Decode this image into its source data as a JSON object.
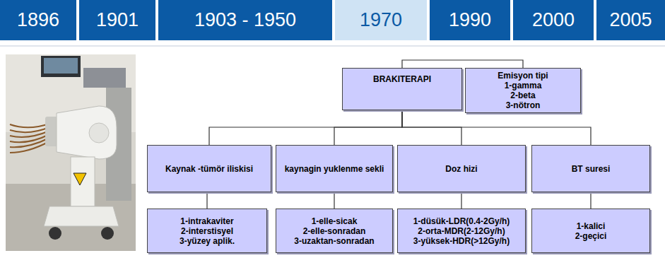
{
  "diagram": {
    "nodes": [
      {
        "text": [
          "1896"
        ]
      },
      {
        "text": [
          "1901"
        ]
      },
      {
        "text": [
          "1903 - 1950"
        ]
      },
      {
        "text": [
          "1970"
        ]
      },
      {
        "text": [
          "1990"
        ]
      },
      {
        "text": [
          "2000"
        ]
      },
      {
        "text": [
          "2005"
        ]
      },
      {
        "text": [
          "BRAKITERAPI"
        ]
      },
      {
        "text": [
          "Emisyon tipi",
          "1-gamma",
          "2-beta",
          "3-nötron"
        ]
      },
      {
        "text": [
          "Kaynak -tümör iliskisi"
        ]
      },
      {
        "text": [
          "kaynagin yuklenme sekli"
        ]
      },
      {
        "text": [
          "Doz hizi"
        ]
      },
      {
        "text": [
          "BT suresi"
        ]
      },
      {
        "text": [
          "1-intrakaviter",
          "2-interstisyel",
          "3-yüzey aplik."
        ]
      },
      {
        "text": [
          "1-elle-sicak",
          "2-elle-sonradan",
          "3-uzaktan-sonradan"
        ]
      },
      {
        "text": [
          "1-düsük-LDR(0.4-2Gy/h)",
          "2-orta-MDR(2-12Gy/h)",
          "3-yüksek-HDR(>12Gy/h)"
        ]
      },
      {
        "text": [
          "1-kalici",
          "2-geçici"
        ]
      }
    ],
    "edges": [
      {
        "from": 7,
        "to": 8,
        "arrow": "none"
      },
      {
        "from": 7,
        "to": 9,
        "arrow": "none"
      },
      {
        "from": 7,
        "to": 10,
        "arrow": "none"
      },
      {
        "from": 7,
        "to": 11,
        "arrow": "none"
      },
      {
        "from": 7,
        "to": 12,
        "arrow": "none"
      },
      {
        "from": 9,
        "to": 13,
        "arrow": "none"
      },
      {
        "from": 10,
        "to": 14,
        "arrow": "none"
      },
      {
        "from": 11,
        "to": 15,
        "arrow": "none"
      },
      {
        "from": 12,
        "to": 16,
        "arrow": "none"
      }
    ]
  }
}
